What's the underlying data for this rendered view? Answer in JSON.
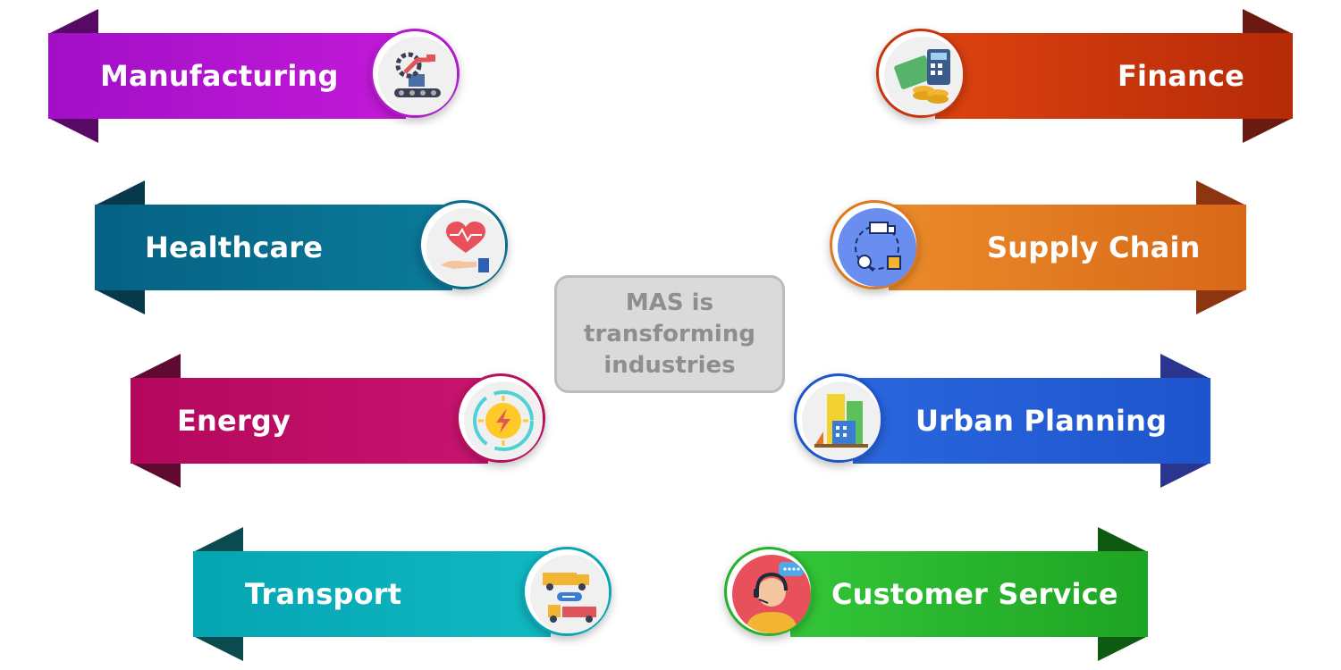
{
  "center_text": "MAS is\ntransforming\nindustries",
  "industries": [
    {
      "label": "Manufacturing",
      "icon": "factory-robot-arm-icon",
      "color": "#a20fc6",
      "color_light": "#c21ad8",
      "color_dark": "#560a66"
    },
    {
      "label": "Healthcare",
      "icon": "heart-in-hand-icon",
      "color": "#066184",
      "color_light": "#0b7a99",
      "color_dark": "#07384b"
    },
    {
      "label": "Energy",
      "icon": "lightning-bolt-icon",
      "color": "#b3075c",
      "color_light": "#c81470",
      "color_dark": "#5e0a31"
    },
    {
      "label": "Transport",
      "icon": "trucks-icon",
      "color": "#04a5b2",
      "color_light": "#10b8c2",
      "color_dark": "#0a4b50"
    },
    {
      "label": "Finance",
      "icon": "money-calculator-icon",
      "color": "#c62f08",
      "color_light": "#dd4210",
      "color_dark": "#6a1a10"
    },
    {
      "label": "Supply Chain",
      "icon": "supply-cycle-icon",
      "color": "#e07820",
      "color_light": "#eb8b2a",
      "color_dark": "#8c3510"
    },
    {
      "label": "Urban Planning",
      "icon": "city-buildings-icon",
      "color": "#1e54cc",
      "color_light": "#2a66dd",
      "color_dark": "#29358f"
    },
    {
      "label": "Customer Service",
      "icon": "headset-agent-icon",
      "color": "#27b22c",
      "color_light": "#33c538",
      "color_dark": "#0e5a10"
    }
  ]
}
